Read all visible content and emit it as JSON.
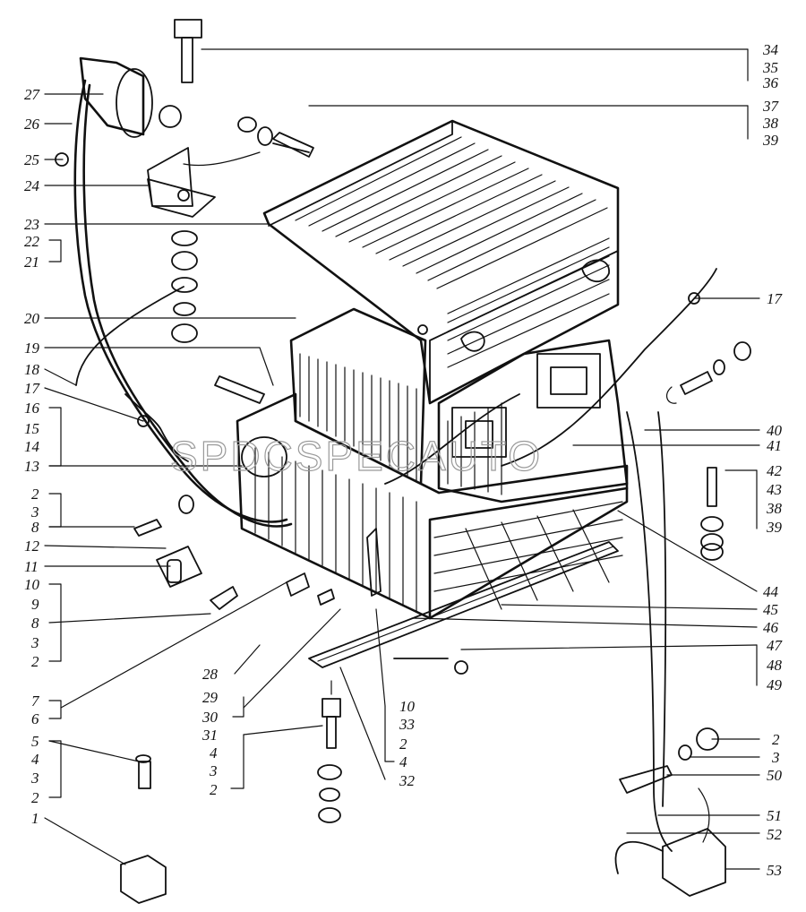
{
  "watermark": "SPDCSPECAUTO",
  "colors": {
    "ink": "#111111",
    "paper": "#ffffff",
    "watermark": "#9a9a9a"
  },
  "callouts": {
    "left": [
      "27",
      "26",
      "25",
      "24",
      "23",
      "22",
      "21",
      "20",
      "19",
      "18",
      "17",
      "16",
      "15",
      "14",
      "13",
      "2",
      "3",
      "8",
      "12",
      "11",
      "10",
      "9",
      "8",
      "3",
      "2",
      "7",
      "6",
      "5",
      "4",
      "3",
      "2",
      "1"
    ],
    "right": [
      "34",
      "35",
      "36",
      "37",
      "38",
      "39",
      "17",
      "40",
      "41",
      "42",
      "43",
      "38",
      "39",
      "44",
      "45",
      "46",
      "47",
      "48",
      "49",
      "2",
      "3",
      "50",
      "51",
      "52",
      "53"
    ],
    "bottom_left": [
      "28",
      "29",
      "30",
      "31",
      "4",
      "3",
      "2"
    ],
    "bottom_mid": [
      "10",
      "33",
      "2",
      "4",
      "32"
    ]
  }
}
